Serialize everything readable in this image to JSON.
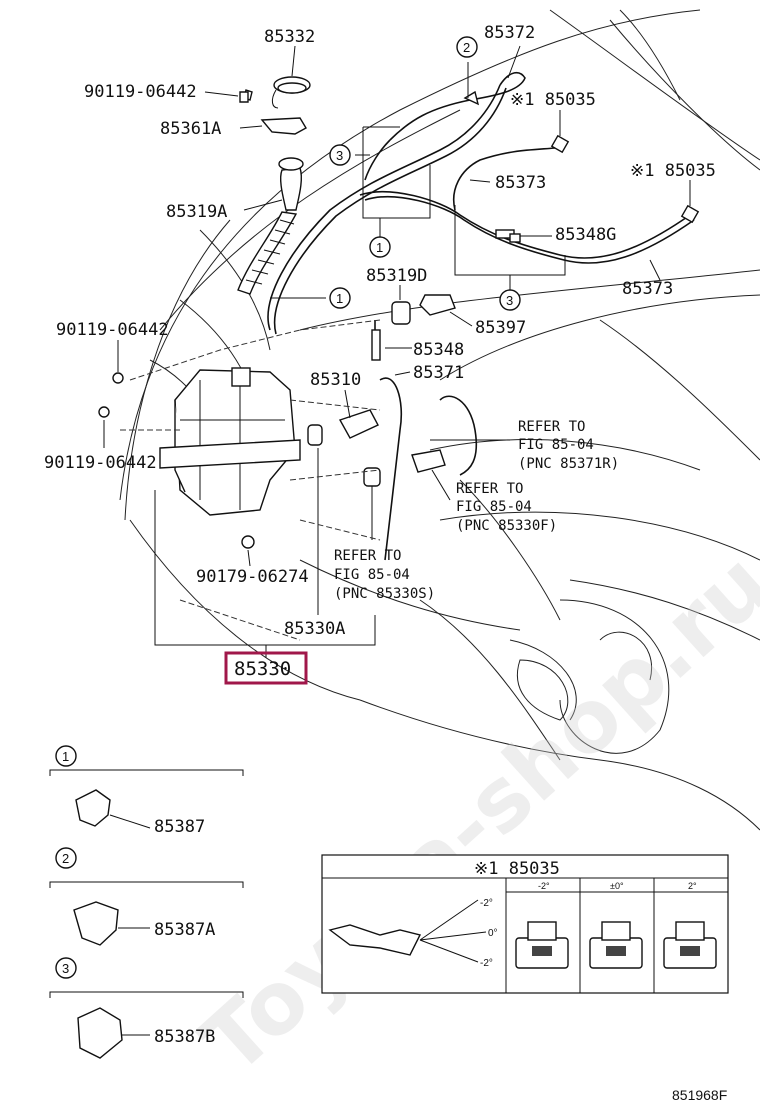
{
  "parts": {
    "p85332": "85332",
    "p85372": "85372",
    "p90119_top": "90119-06442",
    "p85035_a": "※1 85035",
    "p85361A": "85361A",
    "p85035_b": "※1 85035",
    "p85373_a": "85373",
    "p85319A": "85319A",
    "p85348G": "85348G",
    "p85319D": "85319D",
    "p85373_b": "85373",
    "p90119_mid": "90119-06442",
    "p85397": "85397",
    "p85348": "85348",
    "p85310": "85310",
    "p85371": "85371",
    "p90119_low": "90119-06442",
    "p90179": "90179-06274",
    "p85330A": "85330A",
    "p85330": "85330"
  },
  "refs": {
    "ref1": [
      "REFER TO",
      "FIG 85-04",
      "(PNC 85371R)"
    ],
    "ref2": [
      "REFER TO",
      "FIG 85-04",
      "(PNC 85330F)"
    ],
    "ref3": [
      "REFER TO",
      "FIG 85-04",
      "(PNC 85330S)"
    ]
  },
  "callouts": [
    "1",
    "2",
    "3"
  ],
  "legend": [
    {
      "num": "1",
      "part": "85387"
    },
    {
      "num": "2",
      "part": "85387A"
    },
    {
      "num": "3",
      "part": "85387B"
    }
  ],
  "inset": {
    "title": "※1 85035",
    "angle_labels": [
      "-2°",
      "0°",
      "-2°"
    ],
    "columns": [
      "-2°",
      "±0°",
      "2°"
    ]
  },
  "diagram_id": "851968F",
  "watermark": "Toyota-shop.ru",
  "colors": {
    "highlight": "#a0174a",
    "line": "#111111"
  }
}
